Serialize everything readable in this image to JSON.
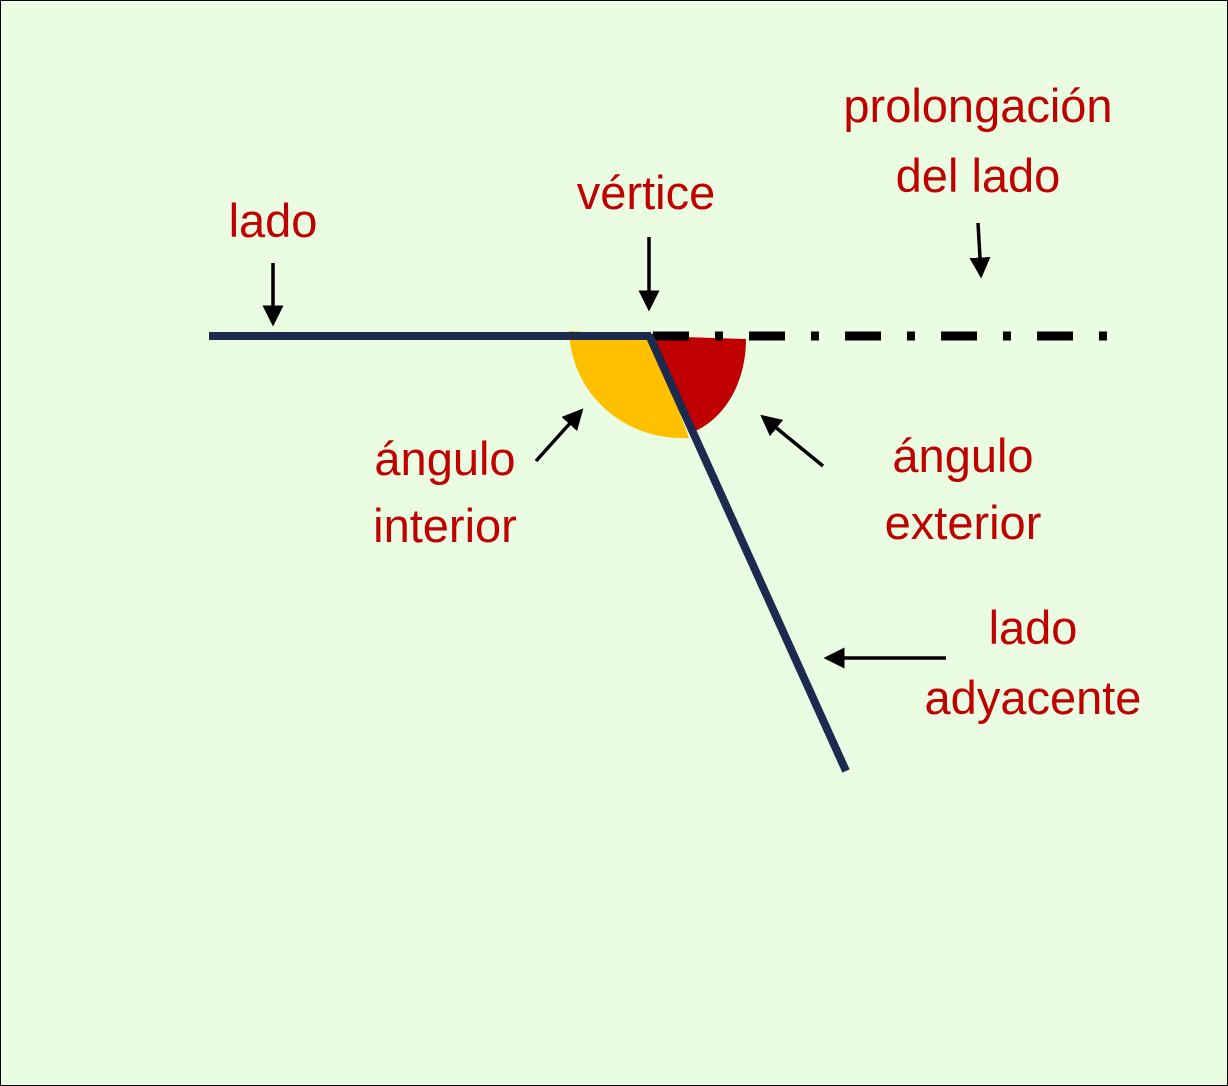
{
  "labels": {
    "side": "lado",
    "vertex": "vértice",
    "extension_line1": "prolongación",
    "extension_line2": "del lado",
    "interior_line1": "ángulo",
    "interior_line2": "interior",
    "exterior_line1": "ángulo",
    "exterior_line2": "exterior",
    "adjacent_line1": "lado",
    "adjacent_line2": "adyacente"
  },
  "colors": {
    "background": "#eafde2",
    "side": "#1b2a4e",
    "interior_angle": "#ffc000",
    "exterior_angle": "#c00000",
    "text": "#c00000"
  }
}
